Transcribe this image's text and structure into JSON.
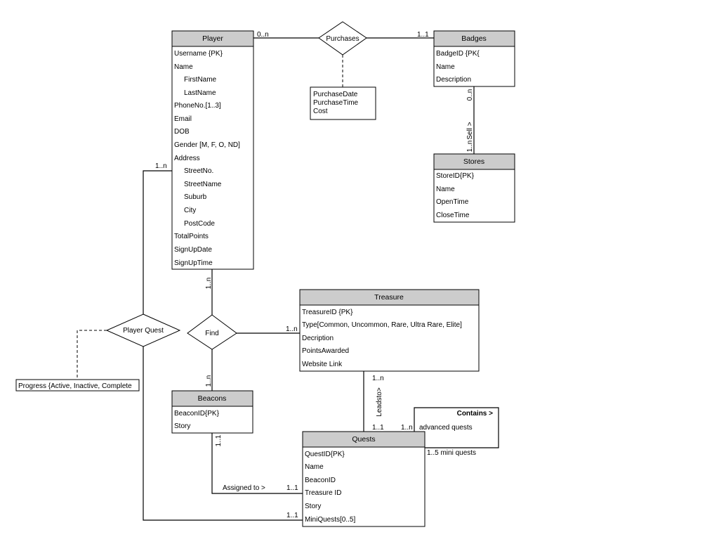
{
  "entities": {
    "player": {
      "title": "Player",
      "attrs": [
        "Username {PK}",
        "Name",
        "FirstName",
        "LastName",
        "PhoneNo.[1..3]",
        "Email",
        "DOB",
        "Gender [M, F, O, ND]",
        "Address",
        "StreetNo.",
        "StreetName",
        "Suburb",
        "City",
        "PostCode",
        "TotalPoints",
        "SignUpDate",
        "SignUpTime"
      ]
    },
    "badges": {
      "title": "Badges",
      "attrs": [
        "BadgeID {PK{",
        "Name",
        "Description"
      ]
    },
    "stores": {
      "title": "Stores",
      "attrs": [
        "StoreID{PK}",
        "Name",
        "OpenTime",
        "CloseTime"
      ]
    },
    "treasure": {
      "title": "Treasure",
      "attrs": [
        "TreasureID {PK}",
        "Type[Common, Uncommon, Rare, Ultra Rare, Elite]",
        "Decription",
        "PointsAwarded",
        "Website Link"
      ]
    },
    "beacons": {
      "title": "Beacons",
      "attrs": [
        "BeaconID{PK}",
        "Story"
      ]
    },
    "quests": {
      "title": "Quests",
      "attrs": [
        "QuestID{PK}",
        "Name",
        "BeaconID",
        "Treasure ID",
        "Story",
        "MiniQuests[0..5]"
      ]
    }
  },
  "relationships": {
    "purchases": "Purchases",
    "find": "Find",
    "player_quest": "Player Quest"
  },
  "notes": {
    "purchase_attrs": [
      "PurchaseDate",
      "PurchaseTime",
      "Cost"
    ],
    "progress": "Progress {Active, Inactive, Complete",
    "contains_title": "Contains >",
    "contains_line1": "advanced quests",
    "contains_line2": "1..5 mini quests"
  },
  "labels": {
    "purchases_player_card": "0..n",
    "purchases_badges_card": "1..1",
    "sell": "Sell >",
    "sell_badges_card": "0..n",
    "sell_stores_card": "1..n",
    "player_quest_player_card": "1..n",
    "find_player_card": "1..n",
    "find_treasure_card": "1..n",
    "find_beacons_card": "1..n",
    "leadsto": "Leadsto>",
    "leadsto_treasure_card": "1..n",
    "leadsto_quests_card": "1..1",
    "contains_card": "1..n",
    "assigned": "Assigned to >",
    "assigned_beacons_card": "1..1",
    "assigned_quests_card": "1..1",
    "player_quest_quests_card": "1..1"
  }
}
